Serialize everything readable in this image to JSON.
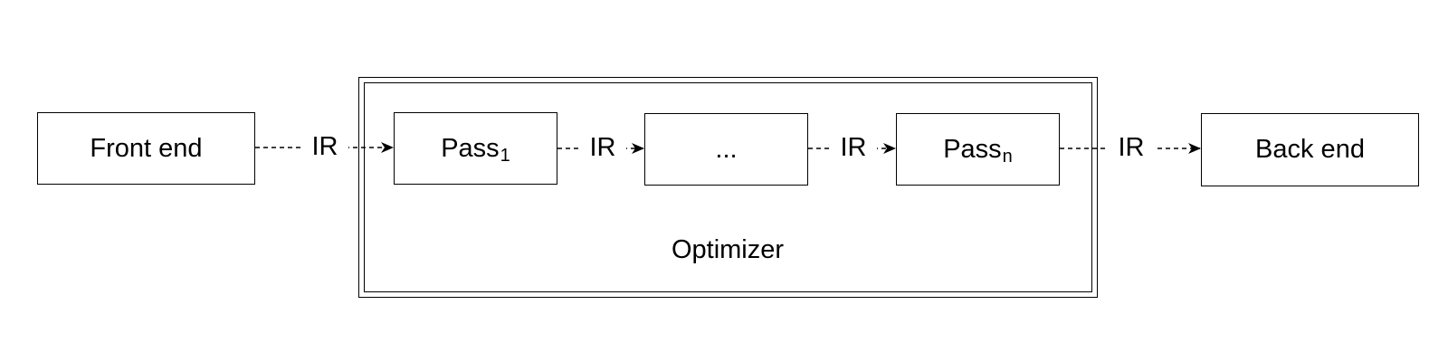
{
  "diagram": {
    "front_end": "Front end",
    "pass_first": {
      "base": "Pass",
      "sub": "1"
    },
    "ellipsis": "...",
    "pass_last": {
      "base": "Pass",
      "sub": "n"
    },
    "back_end": "Back end",
    "optimizer": "Optimizer",
    "edge_labels": [
      "IR",
      "IR",
      "IR",
      "IR"
    ]
  }
}
